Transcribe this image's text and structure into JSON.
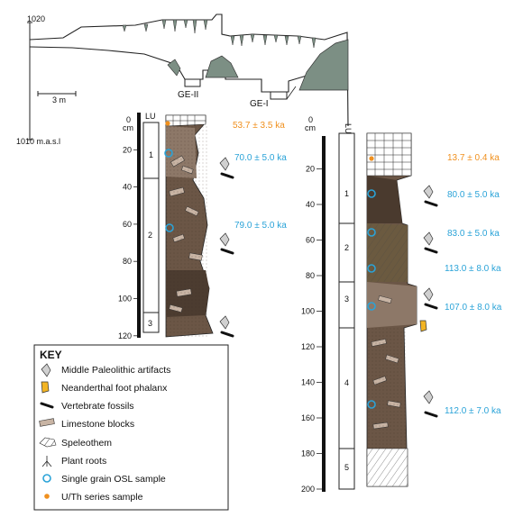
{
  "cross_section": {
    "elev_top": "1020",
    "elev_bottom": "1010 m.a.s.l",
    "scale_label": "3 m",
    "site_labels": [
      "GE-II",
      "GE-I"
    ]
  },
  "ge2": {
    "name": "GE-II",
    "axis_unit": "cm",
    "lu_header": "LU",
    "depth_ticks": [
      "0",
      "20",
      "40",
      "60",
      "80",
      "100",
      "120"
    ],
    "units": [
      "1",
      "2",
      "3"
    ],
    "dates": [
      {
        "label": "53.7 ± 3.5 ka",
        "method": "U/Th"
      },
      {
        "label": "70.0 ± 5.0 ka",
        "method": "OSL"
      },
      {
        "label": "79.0 ± 5.0 ka",
        "method": "OSL"
      }
    ]
  },
  "ge1": {
    "name": "GE-I",
    "axis_unit": "cm",
    "lu_header": "LU",
    "depth_ticks": [
      "0",
      "20",
      "40",
      "60",
      "80",
      "100",
      "120",
      "140",
      "160",
      "180",
      "200"
    ],
    "units": [
      "1",
      "2",
      "3",
      "4",
      "5"
    ],
    "dates": [
      {
        "label": "13.7 ± 0.4 ka",
        "method": "U/Th"
      },
      {
        "label": "80.0 ± 5.0 ka",
        "method": "OSL"
      },
      {
        "label": "83.0 ± 5.0 ka",
        "method": "OSL"
      },
      {
        "label": "113.0 ± 8.0 ka",
        "method": "OSL"
      },
      {
        "label": "107.0 ± 8.0 ka",
        "method": "OSL"
      },
      {
        "label": "112.0 ± 7.0 ka",
        "method": "OSL"
      }
    ]
  },
  "key": {
    "title": "KEY",
    "items": [
      {
        "label": "Middle Paleolithic artifacts",
        "icon": "artifact-icon"
      },
      {
        "label": "Neanderthal foot phalanx",
        "icon": "phalanx-icon"
      },
      {
        "label": "Vertebrate fossils",
        "icon": "bone-icon"
      },
      {
        "label": "Limestone blocks",
        "icon": "limestone-icon"
      },
      {
        "label": "Speleothem",
        "icon": "speleothem-icon"
      },
      {
        "label": "Plant roots",
        "icon": "roots-icon"
      },
      {
        "label": "Single grain OSL sample",
        "icon": "osl-icon"
      },
      {
        "label": "U/Th series sample",
        "icon": "uth-icon"
      }
    ]
  },
  "colors": {
    "osl": "#2aa3d8",
    "uth": "#f0901e",
    "sediment_dark": "#5e4b3a",
    "sediment_light": "#8a7565",
    "rock_fill": "#7c8f84",
    "phalanx": "#f2b423"
  }
}
